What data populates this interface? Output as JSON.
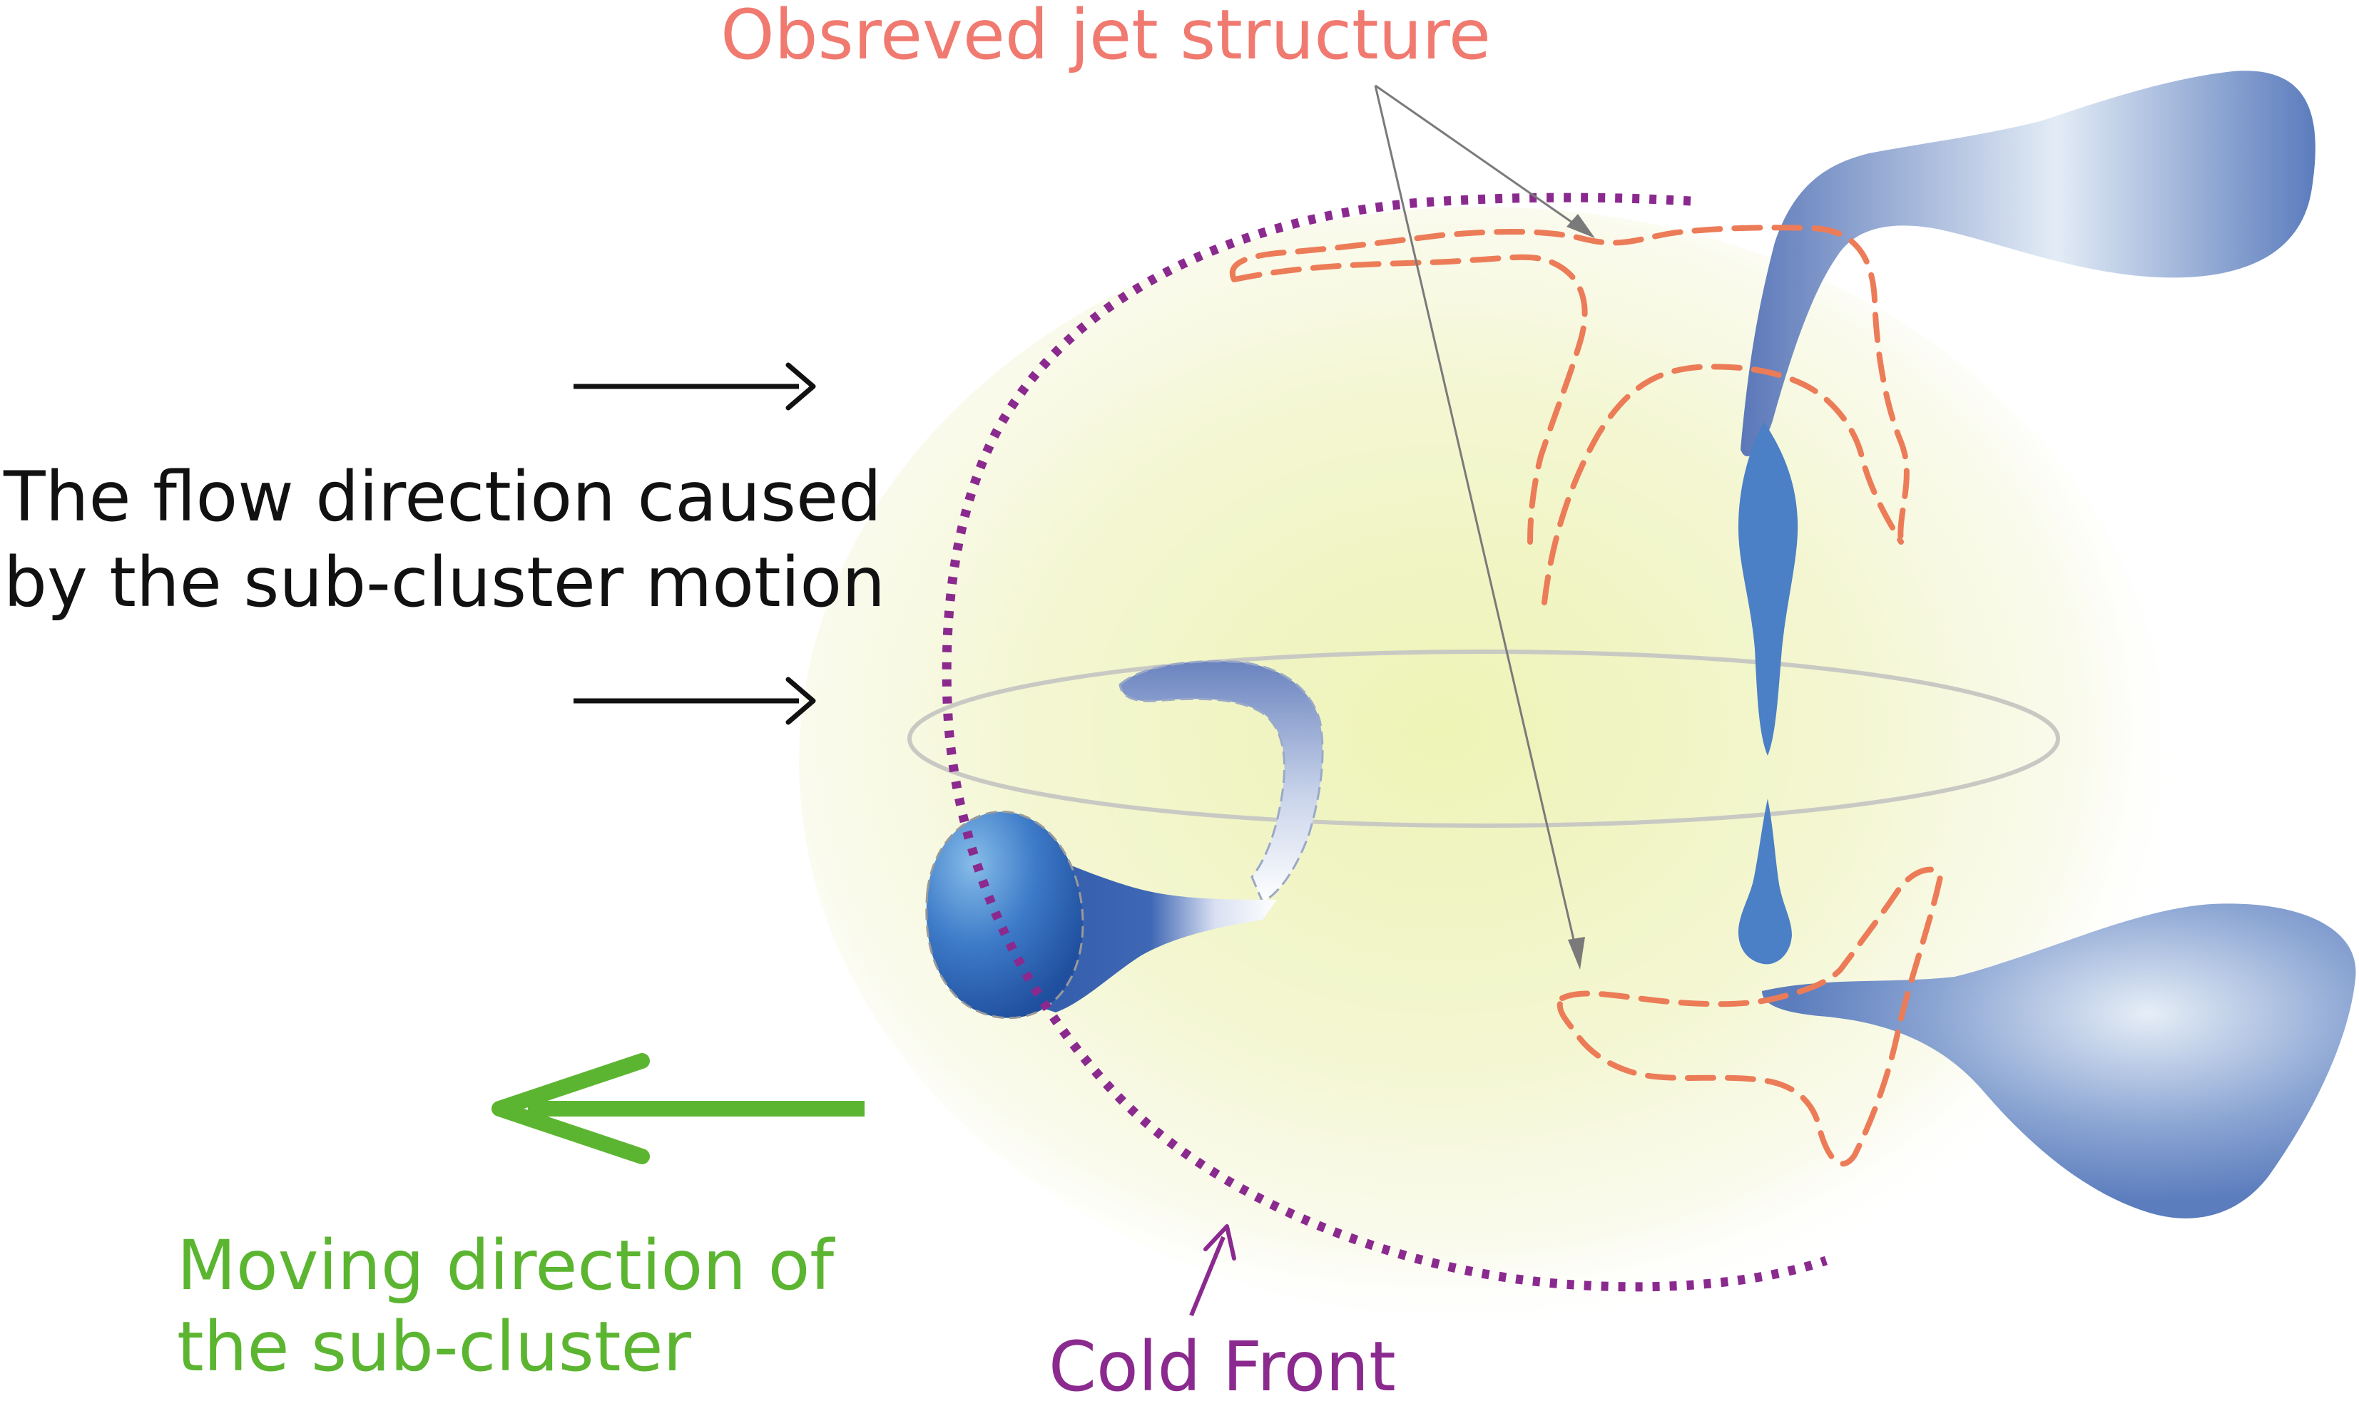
{
  "labels": {
    "jet_structure": "Obsreved jet structure",
    "flow_direction_line1": "The flow direction caused",
    "flow_direction_line2": "by the sub-cluster motion",
    "moving_direction_line1": "Moving direction of",
    "moving_direction_line2": "the sub-cluster",
    "cold_front": "Cold Front"
  },
  "colors": {
    "jet_label": "#f07a70",
    "observed_jet_dash": "#ec7c58",
    "cold_front": "#8b2a8e",
    "moving_direction": "#5cb531",
    "flow_arrow": "#111111",
    "jet_blue": "#5b7dbd",
    "jet_blue_dark": "#2f5fb0",
    "cluster_core": "#edf3b8",
    "equator_ring": "#c9c9c4",
    "pointer_line": "#7a7a7a"
  }
}
